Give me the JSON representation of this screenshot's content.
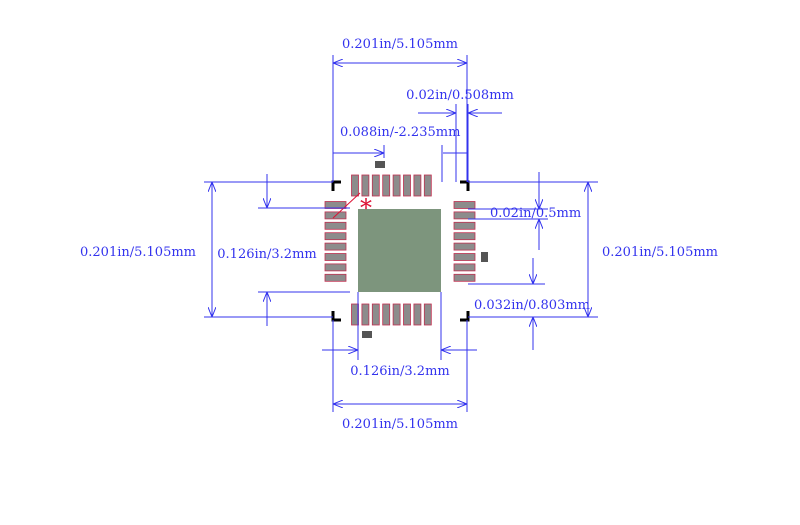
{
  "colors": {
    "dimension": "#3333ee",
    "pad": "#8c8c8c",
    "pad_outline": "#c03050",
    "thermal_pad": "#7d957d",
    "silkscreen": "#000000",
    "pin1_marker": "#dd1133",
    "background": "#ffffff"
  },
  "pin1_marker_glyph": "*",
  "dimensions": {
    "top_width": "0.201in/5.105mm",
    "pin_pitch_top": "0.02in/0.508mm",
    "pin_offset": "0.088in/-2.235mm",
    "pin_pitch_right": "0.02in/0.5mm",
    "right_height": "0.201in/5.105mm",
    "left_height": "0.201in/5.105mm",
    "inner_height": "0.126in/3.2mm",
    "pad_length": "0.032in/0.803mm",
    "inner_width": "0.126in/3.2mm",
    "bottom_width": "0.201in/5.105mm"
  }
}
